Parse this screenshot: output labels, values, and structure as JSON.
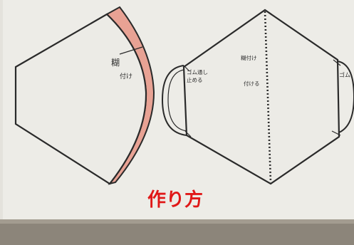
{
  "caption": "作り方",
  "left_pattern": {
    "note_vertical_1": "糊",
    "note_vertical_2": "付け"
  },
  "right_pattern": {
    "ear_note_left_1": "ゴム通し",
    "ear_note_left_2": "止める",
    "center_note_col_1": "糊付け",
    "center_note_col_2": "付ける",
    "ear_note_right": "ゴム"
  },
  "colors": {
    "paper": "#ecebe6",
    "seam_allowance": "#e8a294",
    "ink": "#2a2a2a",
    "caption": "#e01818",
    "table": "#8c857a"
  }
}
